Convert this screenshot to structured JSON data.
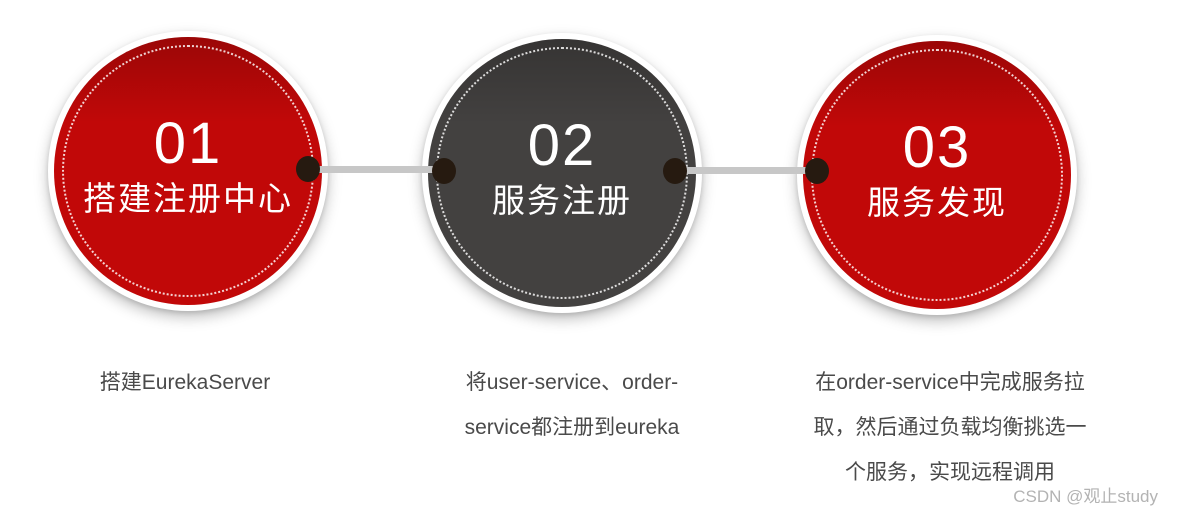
{
  "canvas": {
    "background": "#ffffff"
  },
  "steps": [
    {
      "number": "01",
      "title": "搭建注册中心",
      "fill": "#c10808",
      "description_lines": [
        "搭建EurekaServer"
      ]
    },
    {
      "number": "02",
      "title": "服务注册",
      "fill": "#434140",
      "description_lines": [
        "将user-service、order-",
        "service都注册到eureka"
      ]
    },
    {
      "number": "03",
      "title": "服务发现",
      "fill": "#c10808",
      "description_lines": [
        "在order-service中完成服务拉",
        "取，然后通过负载均衡挑选一",
        "个服务，实现远程调用"
      ]
    }
  ],
  "connectors": {
    "line_color": "#c7c7c7",
    "dot_color": "#261a10"
  },
  "description": {
    "color": "#4a4a4a"
  },
  "watermark": {
    "label": "CSDN @观止study",
    "color": "#b3b3b3"
  }
}
